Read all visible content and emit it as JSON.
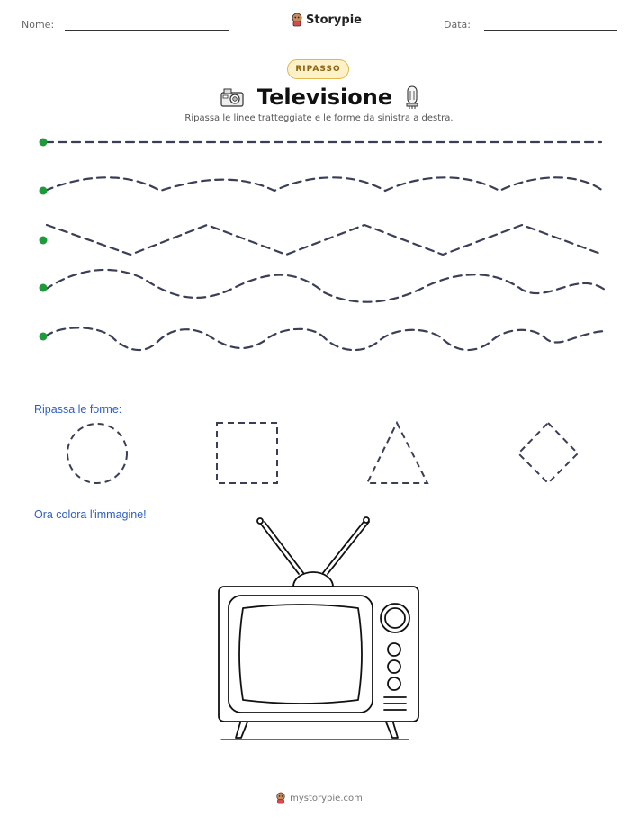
{
  "header": {
    "name_label": "Nome:",
    "date_label": "Data:",
    "brand": "Storypie"
  },
  "badge": "RIPASSO",
  "title": "Televisione",
  "subtitle": "Ripassa le linee tratteggiate e le forme da sinistra a destra.",
  "tracing_lines": [
    "straight",
    "gentle-wave",
    "zigzag",
    "big-wave",
    "tight-wave"
  ],
  "shapes_section": {
    "label": "Ripassa le forme:",
    "shapes": [
      "circle",
      "square",
      "triangle",
      "diamond"
    ]
  },
  "color_section": {
    "label": "Ora colora l'immagine!",
    "image": "television"
  },
  "footer": "mystorypie.com",
  "colors": {
    "accent_blue": "#2f5fc4",
    "start_dot": "#1f9a3a",
    "dash": "#3a3f57",
    "badge_bg": "#fdf1c8",
    "badge_border": "#e2b64a"
  },
  "icons": [
    "storypie-mascot-icon",
    "camera-icon",
    "vacuum-tube-icon"
  ]
}
